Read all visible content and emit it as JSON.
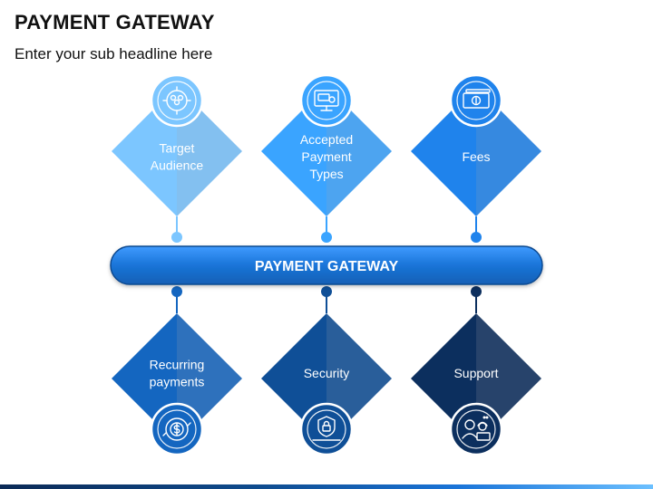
{
  "slide": {
    "title": "PAYMENT GATEWAY",
    "subtitle": "Enter your sub headline here"
  },
  "hub": {
    "label": "PAYMENT GATEWAY",
    "color": "#1a74d8"
  },
  "top_nodes": [
    {
      "lines": [
        "Target",
        "Audience"
      ],
      "icon": "people-target-icon",
      "color": "#7cc6ff"
    },
    {
      "lines": [
        "Accepted",
        "Payment",
        "Types"
      ],
      "icon": "computer-payment-icon",
      "color": "#3aa4ff"
    },
    {
      "lines": [
        "Fees"
      ],
      "icon": "banknote-icon",
      "color": "#1f83ec"
    }
  ],
  "bottom_nodes": [
    {
      "lines": [
        "Recurring",
        "payments"
      ],
      "icon": "recurring-dollar-icon",
      "color": "#1466c0"
    },
    {
      "lines": [
        "Security"
      ],
      "icon": "shield-lock-laptop-icon",
      "color": "#0f4f97"
    },
    {
      "lines": [
        "Support"
      ],
      "icon": "support-agent-icon",
      "color": "#0c2f5e"
    }
  ]
}
